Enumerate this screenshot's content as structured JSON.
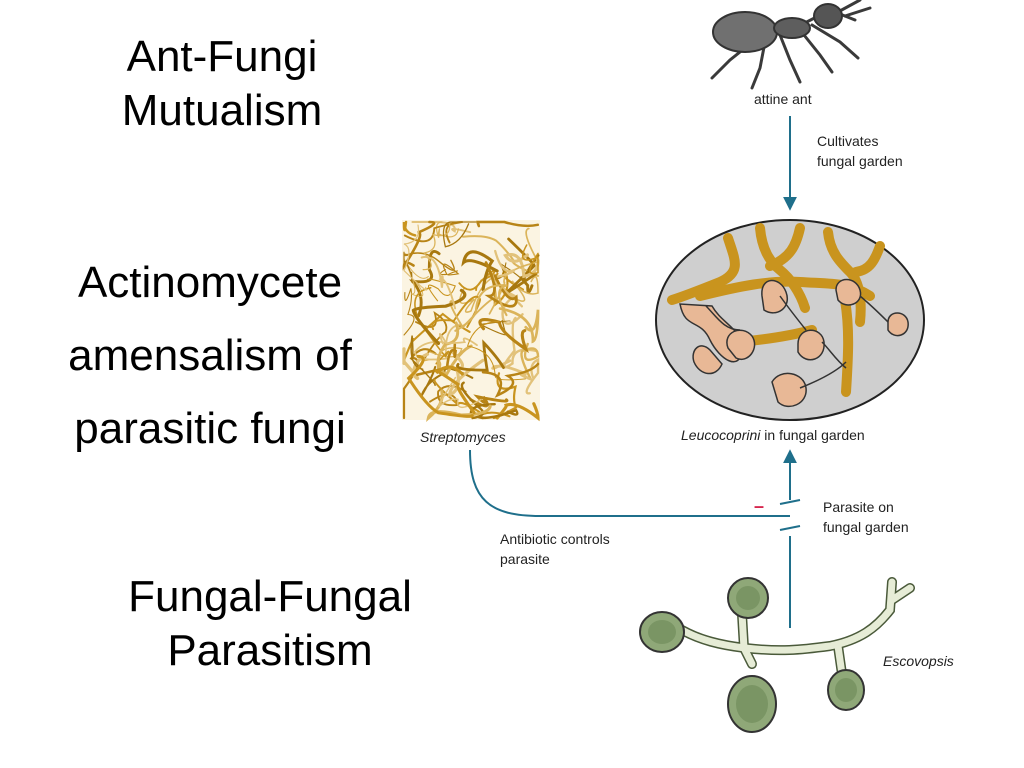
{
  "titles": {
    "mutualism": [
      "Ant-Fungi",
      "Mutualism"
    ],
    "amensalism": [
      "Actinomycete",
      "amensalism of",
      "parasitic fungi"
    ],
    "parasitism": [
      "Fungal-Fungal",
      "Parasitism"
    ]
  },
  "diagram": {
    "ant_label": "attine ant",
    "cultivates_label": [
      "Cultivates",
      "fungal garden"
    ],
    "streptomyces_label": "Streptomyces",
    "garden_label_italic": "Leucocoprini",
    "garden_label_rest": " in fungal garden",
    "inhibit_sign": "–",
    "parasite_label": [
      "Parasite on",
      "fungal garden"
    ],
    "antibiotic_label": [
      "Antibiotic controls",
      "parasite"
    ],
    "escovopsis_label": "Escovopsis"
  },
  "colors": {
    "arrow": "#1f6f8b",
    "inhibit_sign": "#d6254d",
    "hyphae": "#c9941e",
    "spore_body": "#e8b896",
    "garden_fill": "#cfcfcf",
    "escovopsis_spore": "#8fa878",
    "escovopsis_hypha": "#e6ecd6"
  }
}
